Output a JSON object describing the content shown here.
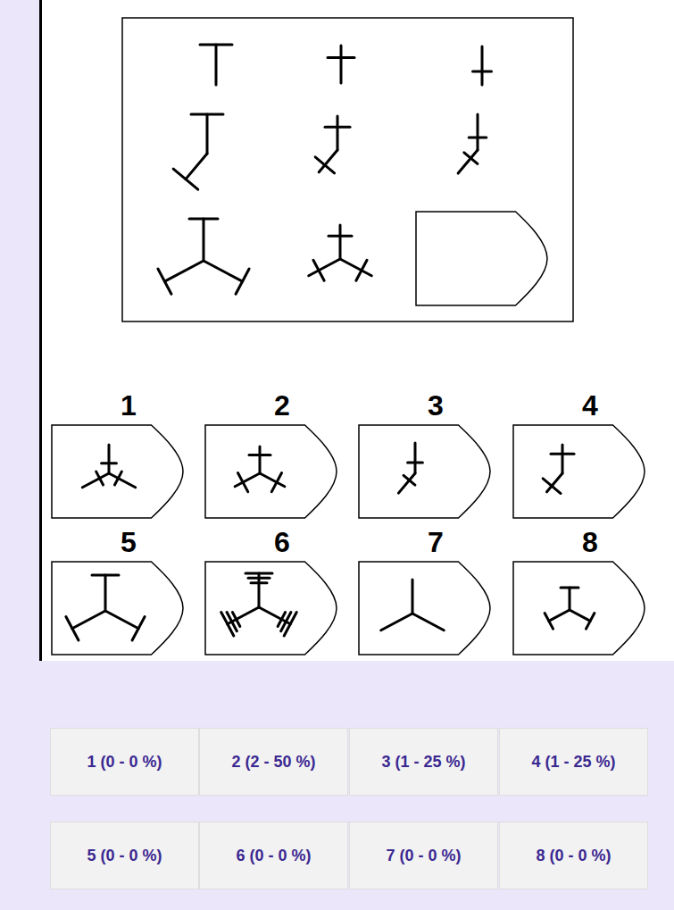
{
  "diagram": {
    "nodes": [
      {
        "text": [
          "1"
        ]
      },
      {
        "text": [
          "2"
        ]
      },
      {
        "text": [
          "3"
        ]
      },
      {
        "text": [
          "4"
        ]
      },
      {
        "text": [
          "5"
        ]
      },
      {
        "text": [
          "6"
        ]
      },
      {
        "text": [
          "7"
        ]
      },
      {
        "text": [
          "8"
        ]
      },
      {
        "text": [
          "1 (0 - 0 %)"
        ]
      },
      {
        "text": [
          "2 (2 - 50 %)"
        ]
      },
      {
        "text": [
          "3 (1 - 25 %)"
        ]
      },
      {
        "text": [
          "4 (1 - 25 %)"
        ]
      },
      {
        "text": [
          "5 (0 - 0 %)"
        ]
      },
      {
        "text": [
          "6 (0 - 0 %)"
        ]
      },
      {
        "text": [
          "7 (0 - 0 %)"
        ]
      },
      {
        "text": [
          "8 (0 - 0 %)"
        ]
      }
    ]
  }
}
